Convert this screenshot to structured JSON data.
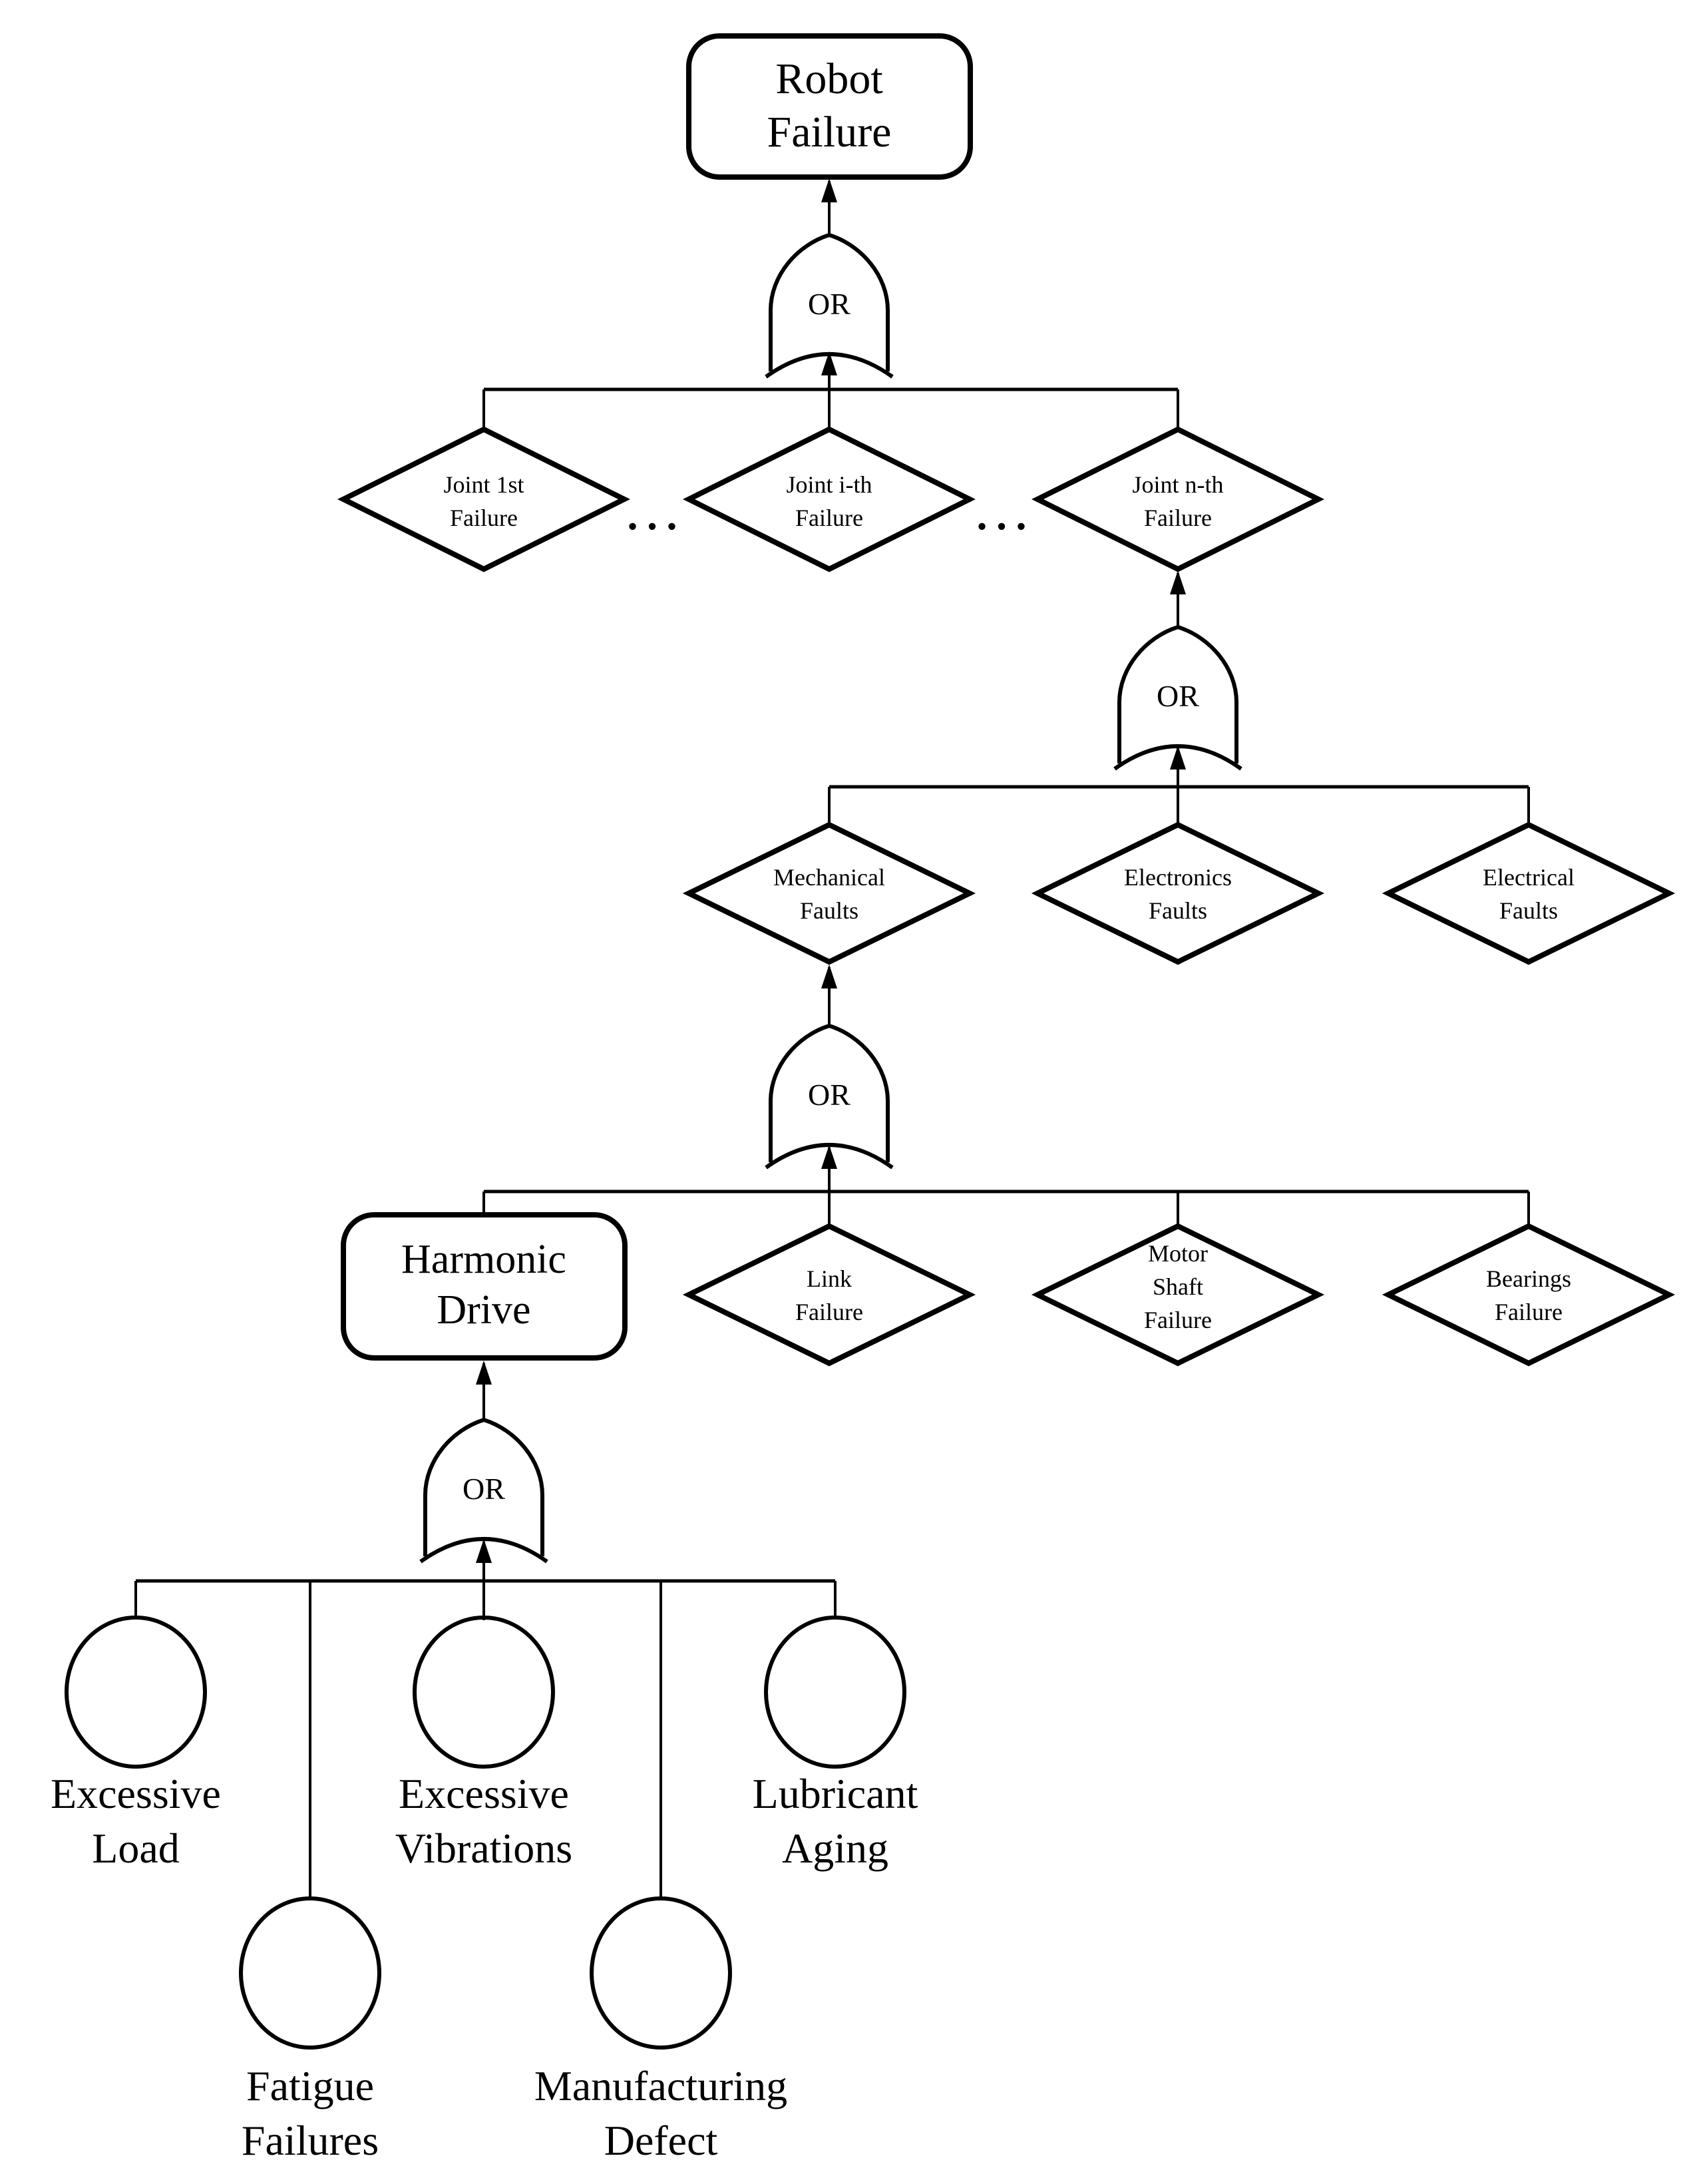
{
  "colors": {
    "ink": "#000000",
    "paper": "#ffffff"
  },
  "top_event": {
    "lines": [
      "Robot",
      "Failure"
    ]
  },
  "gates": {
    "g1": {
      "label": "OR"
    },
    "g2": {
      "label": "OR"
    },
    "g3": {
      "label": "OR"
    },
    "g4": {
      "label": "OR"
    }
  },
  "joint_row": {
    "ellipsis_left": "…",
    "ellipsis_right": "…",
    "items": [
      {
        "lines": [
          "Joint 1st",
          "Failure"
        ]
      },
      {
        "lines": [
          "Joint i-th",
          "Failure"
        ]
      },
      {
        "lines": [
          "Joint n-th",
          "Failure"
        ]
      }
    ]
  },
  "fault_row": {
    "items": [
      {
        "lines": [
          "Mechanical",
          "Faults"
        ]
      },
      {
        "lines": [
          "Electronics",
          "Faults"
        ]
      },
      {
        "lines": [
          "Electrical",
          "Faults"
        ]
      }
    ]
  },
  "component_row": {
    "harmonic_drive": {
      "lines": [
        "Harmonic",
        "Drive"
      ]
    },
    "items": [
      {
        "lines": [
          "Link",
          "Failure"
        ]
      },
      {
        "lines": [
          "Motor",
          "Shaft",
          "Failure"
        ]
      },
      {
        "lines": [
          "Bearings",
          "Failure"
        ]
      }
    ]
  },
  "basic_events": {
    "items": [
      {
        "lines": [
          "Excessive",
          "Load"
        ]
      },
      {
        "lines": [
          "Fatigue",
          "Failures"
        ]
      },
      {
        "lines": [
          "Excessive",
          "Vibrations"
        ]
      },
      {
        "lines": [
          "Manufacturing",
          "Defect"
        ]
      },
      {
        "lines": [
          "Lubricant",
          "Aging"
        ]
      }
    ]
  }
}
